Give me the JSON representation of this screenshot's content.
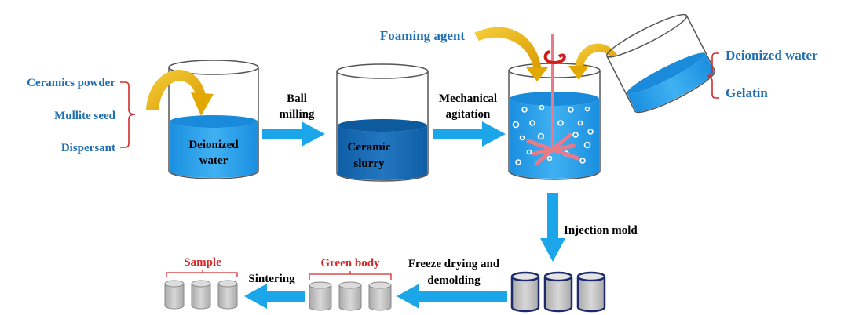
{
  "inputs_left": [
    "Ceramics powder",
    "Mullite seed",
    "Dispersant"
  ],
  "beaker1_label": [
    "Deionized",
    "water"
  ],
  "step_ball_milling": [
    "Ball",
    "milling"
  ],
  "beaker2_label": [
    "Ceramic",
    "slurry"
  ],
  "step_mechanical": [
    "Mechanical",
    "agitation"
  ],
  "foaming_agent": "Foaming agent",
  "inputs_right": [
    "Deionized water",
    "Gelatin"
  ],
  "step_injection": "Injection mold",
  "step_freeze": [
    "Freeze drying and",
    "demolding"
  ],
  "green_body": "Green body",
  "step_sintering": "Sintering",
  "sample": "Sample",
  "colors": {
    "arrow": "#1aa6e8",
    "curved_arrow": "#f0b400",
    "label_blue": "#1f6fb2",
    "label_red": "#d42a2a",
    "water": "#2ea3ec",
    "slurry": "#1a6fb5",
    "stirrer": "#e87a8a"
  }
}
